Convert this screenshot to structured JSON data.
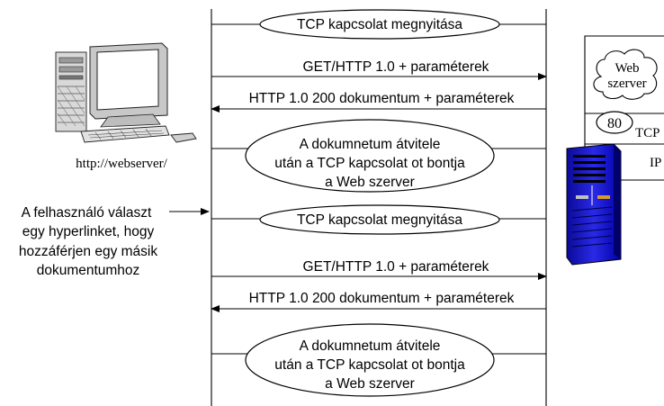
{
  "client": {
    "url_label": "http://webserver/",
    "user_note": [
      "A felhasználó választ",
      "egy  hyperlinket, hogy",
      "hozzáférjen egy másik",
      "dokumentumhoz"
    ]
  },
  "server": {
    "web_label": [
      "Web",
      "szerver"
    ],
    "port": "80",
    "tcp_label": "TCP",
    "ip_label": "IP"
  },
  "sessions": [
    {
      "open": "TCP kapcsolat megnyitása",
      "request": "GET/HTTP 1.0 + paraméterek",
      "response": "HTTP 1.0 200 dokumentum + paraméterek",
      "close": [
        "A dokumnetum átvitele",
        "után a TCP kapcsolat ot bontja",
        "a Web szerver"
      ]
    },
    {
      "open": "TCP kapcsolat megnyitása",
      "request": "GET/HTTP 1.0 + paraméterek",
      "response": "HTTP 1.0 200 dokumentum + paraméterek",
      "close": [
        "A dokumnetum átvitele",
        "után a TCP kapcsolat ot bontja",
        "a Web szerver"
      ]
    }
  ]
}
